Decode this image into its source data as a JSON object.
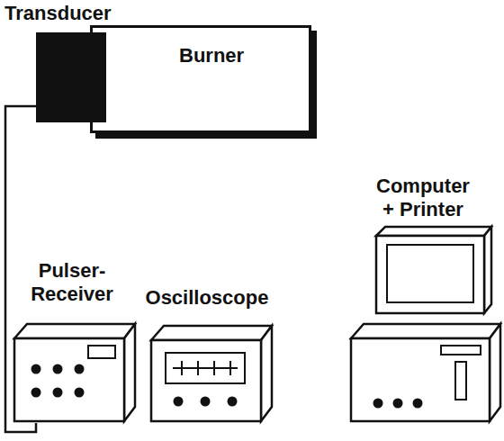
{
  "diagram": {
    "nodes": [
      {
        "text": [
          "Transducer"
        ]
      },
      {
        "text": [
          "Burner"
        ]
      },
      {
        "text": [
          "Pulser- Receiver"
        ]
      },
      {
        "text": [
          "Oscilloscope"
        ]
      },
      {
        "text": [
          "Computer + Printer"
        ]
      }
    ],
    "edges": [
      {
        "from": 0,
        "to": 2,
        "arrow": "none"
      }
    ]
  }
}
